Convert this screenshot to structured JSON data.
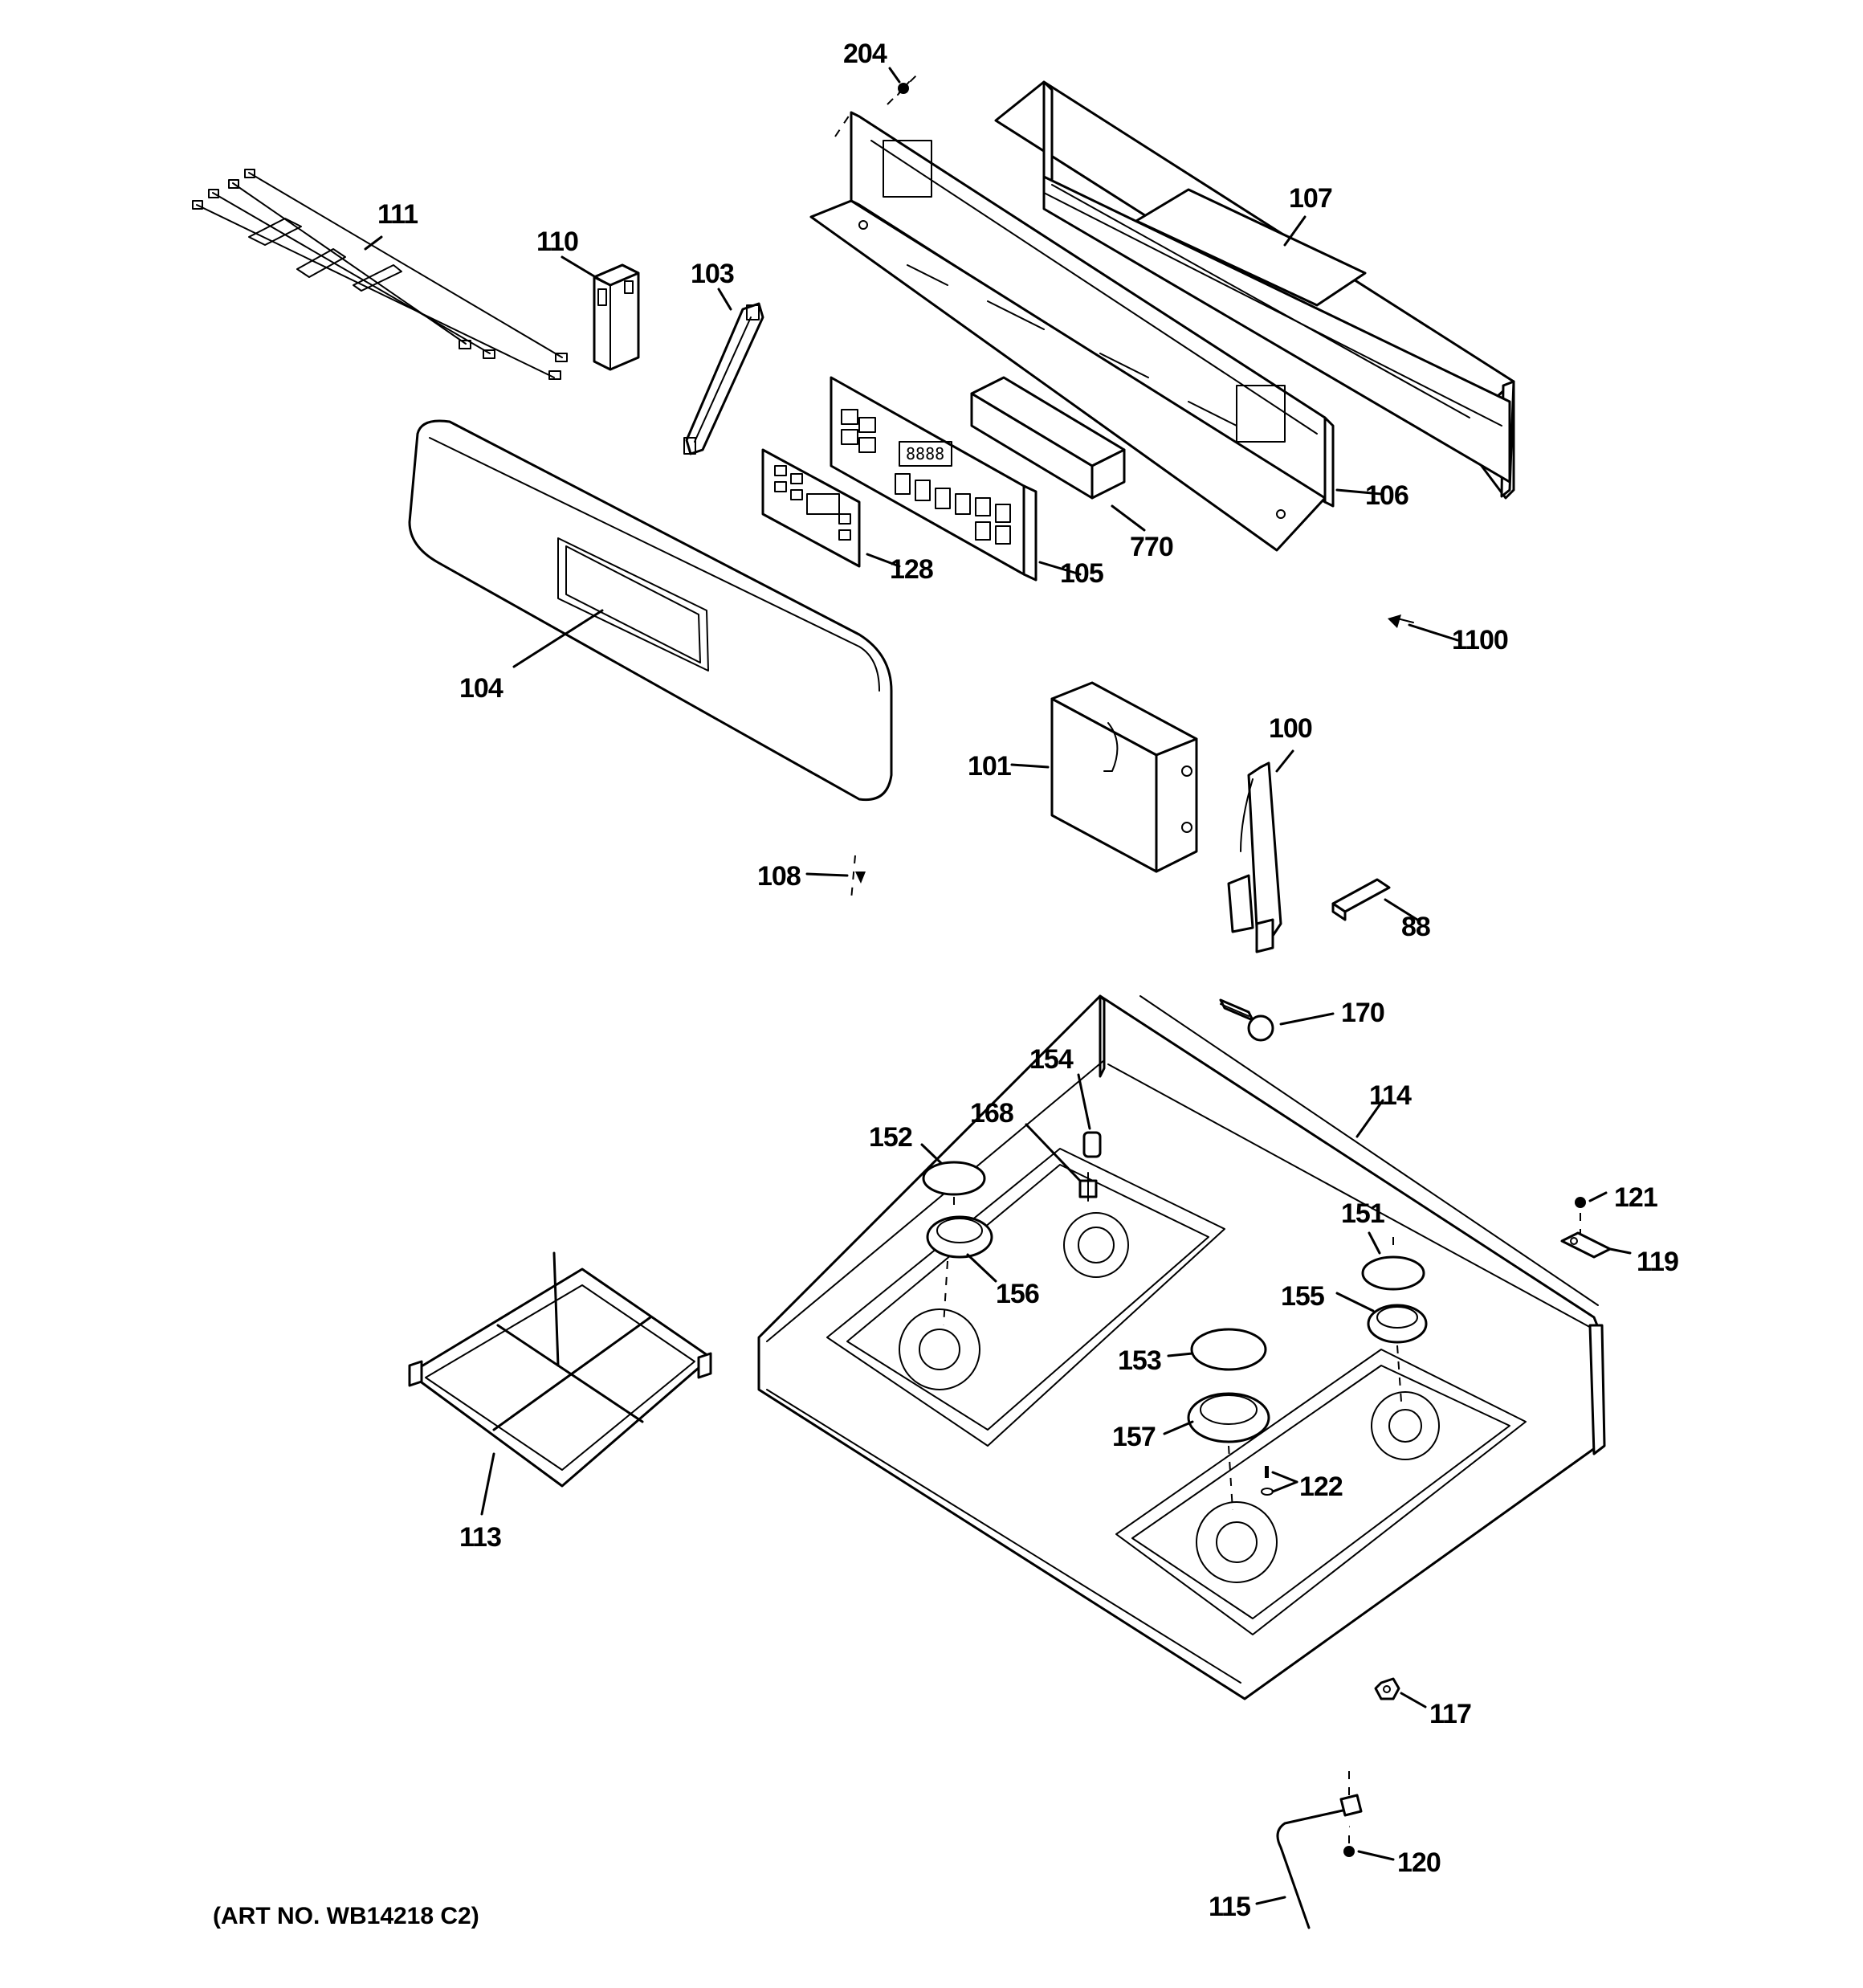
{
  "diagram": {
    "art_number": "(ART NO. WB14218 C2)",
    "display_digits": "8888",
    "callouts": [
      {
        "id": "204",
        "label": "204"
      },
      {
        "id": "107",
        "label": "107"
      },
      {
        "id": "111",
        "label": "111"
      },
      {
        "id": "110",
        "label": "110"
      },
      {
        "id": "103",
        "label": "103"
      },
      {
        "id": "106",
        "label": "106"
      },
      {
        "id": "770",
        "label": "770"
      },
      {
        "id": "128",
        "label": "128"
      },
      {
        "id": "105",
        "label": "105"
      },
      {
        "id": "104",
        "label": "104"
      },
      {
        "id": "1100",
        "label": "1100"
      },
      {
        "id": "101",
        "label": "101"
      },
      {
        "id": "100",
        "label": "100"
      },
      {
        "id": "108",
        "label": "108"
      },
      {
        "id": "88",
        "label": "88"
      },
      {
        "id": "170",
        "label": "170"
      },
      {
        "id": "154",
        "label": "154"
      },
      {
        "id": "114",
        "label": "114"
      },
      {
        "id": "168",
        "label": "168"
      },
      {
        "id": "152",
        "label": "152"
      },
      {
        "id": "151",
        "label": "151"
      },
      {
        "id": "121",
        "label": "121"
      },
      {
        "id": "119",
        "label": "119"
      },
      {
        "id": "156",
        "label": "156"
      },
      {
        "id": "155",
        "label": "155"
      },
      {
        "id": "153",
        "label": "153"
      },
      {
        "id": "157",
        "label": "157"
      },
      {
        "id": "122",
        "label": "122"
      },
      {
        "id": "113",
        "label": "113"
      },
      {
        "id": "117",
        "label": "117"
      },
      {
        "id": "120",
        "label": "120"
      },
      {
        "id": "115",
        "label": "115"
      }
    ]
  }
}
